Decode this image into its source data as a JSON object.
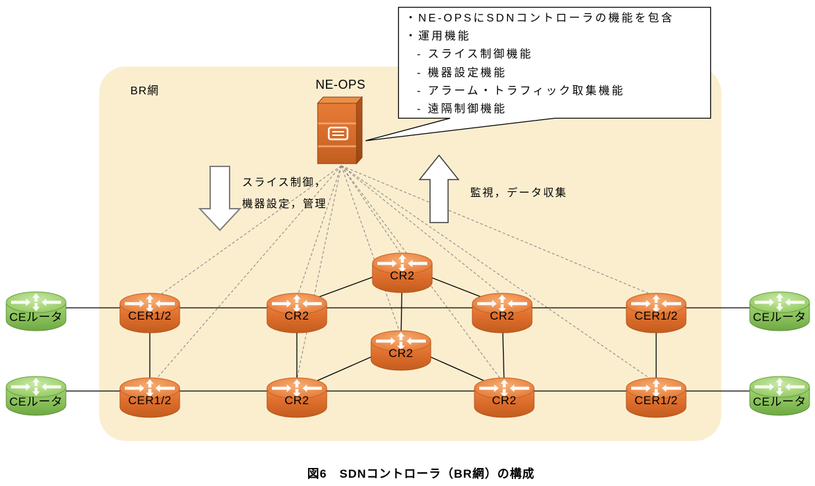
{
  "zone": {
    "label": "BR網",
    "bg_color": "#FBEECF"
  },
  "controller": {
    "name": "NE-OPS"
  },
  "callout": {
    "lines": [
      "・NE-OPSにSDNコントローラの機能を包含",
      "・運用機能",
      "- スライス制御機能",
      "- 機器設定機能",
      "- アラーム・トラフィック取集機能",
      "- 遠隔制御機能"
    ]
  },
  "flows": {
    "down": {
      "line1": "スライス制御，",
      "line2": "機器設定，管理"
    },
    "up": {
      "label": "監視，データ収集"
    }
  },
  "routers": {
    "ce": [
      {
        "label": "CEルータ"
      },
      {
        "label": "CEルータ"
      },
      {
        "label": "CEルータ"
      },
      {
        "label": "CEルータ"
      }
    ],
    "cer": [
      {
        "label": "CER1/2"
      },
      {
        "label": "CER1/2"
      },
      {
        "label": "CER1/2"
      },
      {
        "label": "CER1/2"
      }
    ],
    "cr": [
      {
        "label": "CR2"
      },
      {
        "label": "CR2"
      },
      {
        "label": "CR2"
      },
      {
        "label": "CR2"
      },
      {
        "label": "CR2"
      },
      {
        "label": "CR2"
      }
    ]
  },
  "caption": "図6　SDNコントローラ（BR網）の構成",
  "colors": {
    "zone_bg": "#FBEECF",
    "router_orange": "#DD6E2C",
    "router_green": "#8AC25B",
    "dashed_line": "#8C8C8C",
    "link_line": "#000000"
  }
}
